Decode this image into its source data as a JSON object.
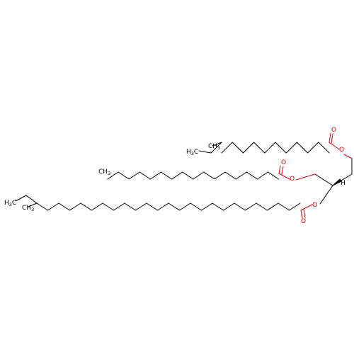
{
  "colors": {
    "bond": "#000000",
    "oxygen": "#e8000b",
    "carbon_label": "#000000",
    "background": "#ffffff"
  },
  "labels": {
    "o_ester_top": "O",
    "o_carbonyl_top": "O",
    "o_ester_mid": "O",
    "o_carbonyl_mid": "O",
    "o_ester_bottom": "O",
    "o_carbonyl_bottom": "O",
    "stereo_h": "H",
    "methyl_top_main": "CH",
    "methyl_top_sub": "3",
    "terminal_top_main": "H",
    "terminal_top_sub": "3",
    "terminal_top_c": "C",
    "methyl_mid_main": "CH",
    "methyl_mid_sub": "3",
    "terminal_bottom_main": "H",
    "terminal_bottom_sub": "3",
    "terminal_bottom_c": "C",
    "methyl_bottom_main": "CH",
    "methyl_bottom_sub": "3"
  }
}
